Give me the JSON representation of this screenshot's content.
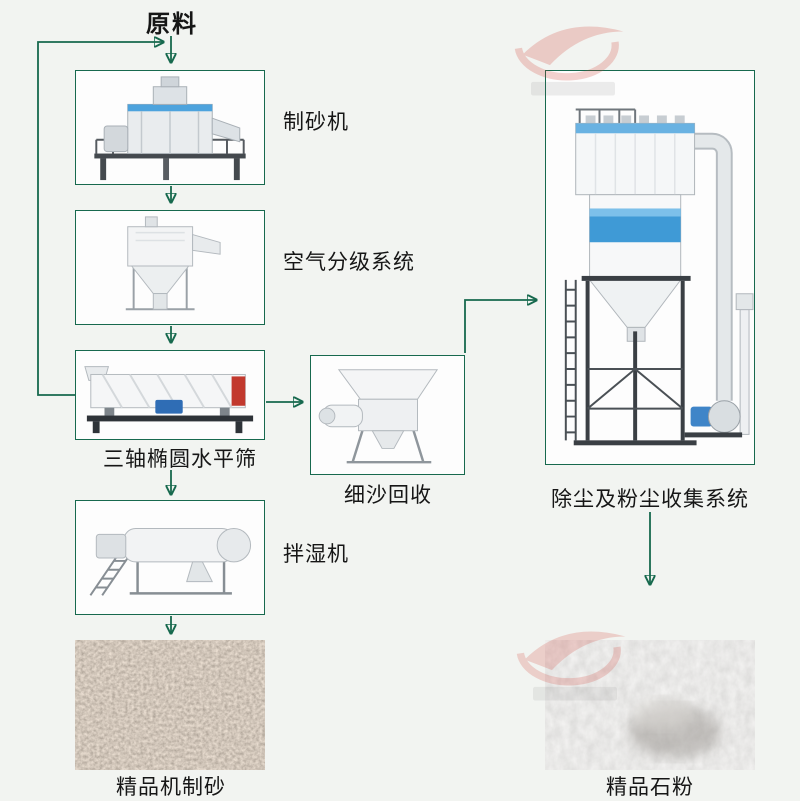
{
  "page": {
    "background_color": "#f2f4f1",
    "line_color": "#17694e",
    "box_border_color": "#17694e",
    "text_color": "#161616",
    "watermark_color": "#d0392e"
  },
  "flow": {
    "source": {
      "label": "原料"
    },
    "nodes": {
      "sand_maker": {
        "label": "制砂机"
      },
      "air_classifier": {
        "label": "空气分级系统"
      },
      "triaxial_screen": {
        "label": "三轴椭圆水平筛"
      },
      "fine_sand_recycler": {
        "label": "细沙回收"
      },
      "wet_mixer": {
        "label": "拌湿机"
      },
      "dust_collection": {
        "label": "除尘及粉尘收集系统"
      }
    },
    "products": {
      "machine_sand": {
        "label": "精品机制砂"
      },
      "stone_powder": {
        "label": "精品石粉"
      }
    }
  }
}
